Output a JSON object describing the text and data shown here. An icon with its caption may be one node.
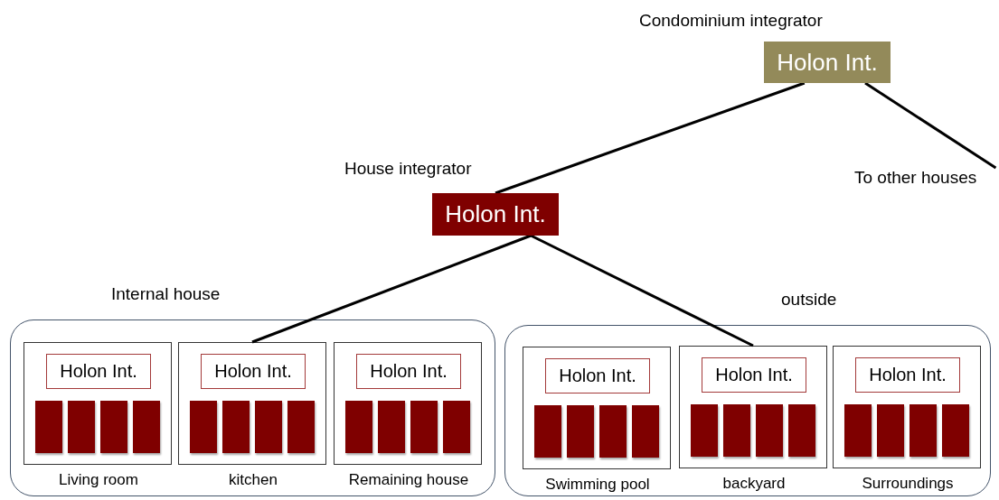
{
  "diagram": {
    "nodes": [
      {
        "text": [
          "Holon Int."
        ],
        "beside": [
          "Condominium integrator"
        ]
      },
      {
        "text": [
          "Holon Int."
        ],
        "beside": [
          "House integrator"
        ]
      },
      {
        "text": [
          "To other houses"
        ]
      },
      {
        "text": [],
        "shape": "box",
        "beside": [
          "Internal house"
        ]
      },
      {
        "text": [],
        "shape": "box",
        "in": 3,
        "beside": [
          "Living room"
        ]
      },
      {
        "text": [
          "Holon Int."
        ],
        "in": 4
      },
      {
        "text": [],
        "shape": "bar",
        "in": 4
      },
      {
        "text": [],
        "shape": "bar",
        "in": 4
      },
      {
        "text": [],
        "shape": "bar",
        "in": 4
      },
      {
        "text": [],
        "shape": "bar",
        "in": 4
      },
      {
        "text": [],
        "shape": "box",
        "in": 3,
        "beside": [
          "kitchen"
        ]
      },
      {
        "text": [
          "Holon Int."
        ],
        "in": 10
      },
      {
        "text": [],
        "shape": "bar",
        "in": 10
      },
      {
        "text": [],
        "shape": "bar",
        "in": 10
      },
      {
        "text": [],
        "shape": "bar",
        "in": 10
      },
      {
        "text": [],
        "shape": "bar",
        "in": 10
      },
      {
        "text": [],
        "shape": "box",
        "in": 3,
        "beside": [
          "Remaining house"
        ]
      },
      {
        "text": [
          "Holon Int."
        ],
        "in": 16
      },
      {
        "text": [],
        "shape": "bar",
        "in": 16
      },
      {
        "text": [],
        "shape": "bar",
        "in": 16
      },
      {
        "text": [],
        "shape": "bar",
        "in": 16
      },
      {
        "text": [],
        "shape": "bar",
        "in": 16
      },
      {
        "text": [],
        "shape": "box",
        "beside": [
          "outside"
        ]
      },
      {
        "text": [],
        "shape": "box",
        "in": 22,
        "beside": [
          "Swimming pool"
        ]
      },
      {
        "text": [
          "Holon Int."
        ],
        "in": 23
      },
      {
        "text": [],
        "shape": "bar",
        "in": 23
      },
      {
        "text": [],
        "shape": "bar",
        "in": 23
      },
      {
        "text": [],
        "shape": "bar",
        "in": 23
      },
      {
        "text": [],
        "shape": "bar",
        "in": 23
      },
      {
        "text": [],
        "shape": "box",
        "in": 22,
        "beside": [
          "backyard"
        ]
      },
      {
        "text": [
          "Holon Int."
        ],
        "in": 29
      },
      {
        "text": [],
        "shape": "bar",
        "in": 29
      },
      {
        "text": [],
        "shape": "bar",
        "in": 29
      },
      {
        "text": [],
        "shape": "bar",
        "in": 29
      },
      {
        "text": [],
        "shape": "bar",
        "in": 29
      },
      {
        "text": [],
        "shape": "box",
        "in": 22,
        "beside": [
          "Surroundings"
        ]
      },
      {
        "text": [
          "Holon Int."
        ],
        "in": 35
      },
      {
        "text": [],
        "shape": "bar",
        "in": 35
      },
      {
        "text": [],
        "shape": "bar",
        "in": 35
      },
      {
        "text": [],
        "shape": "bar",
        "in": 35
      },
      {
        "text": [],
        "shape": "bar",
        "in": 35
      }
    ],
    "edges": [
      {
        "from": 0,
        "to": 1,
        "arrow": "none"
      },
      {
        "from": 0,
        "to": 2,
        "arrow": "none"
      },
      {
        "from": 1,
        "to": 10,
        "arrow": "none"
      },
      {
        "from": 1,
        "to": 29,
        "arrow": "none"
      }
    ]
  }
}
